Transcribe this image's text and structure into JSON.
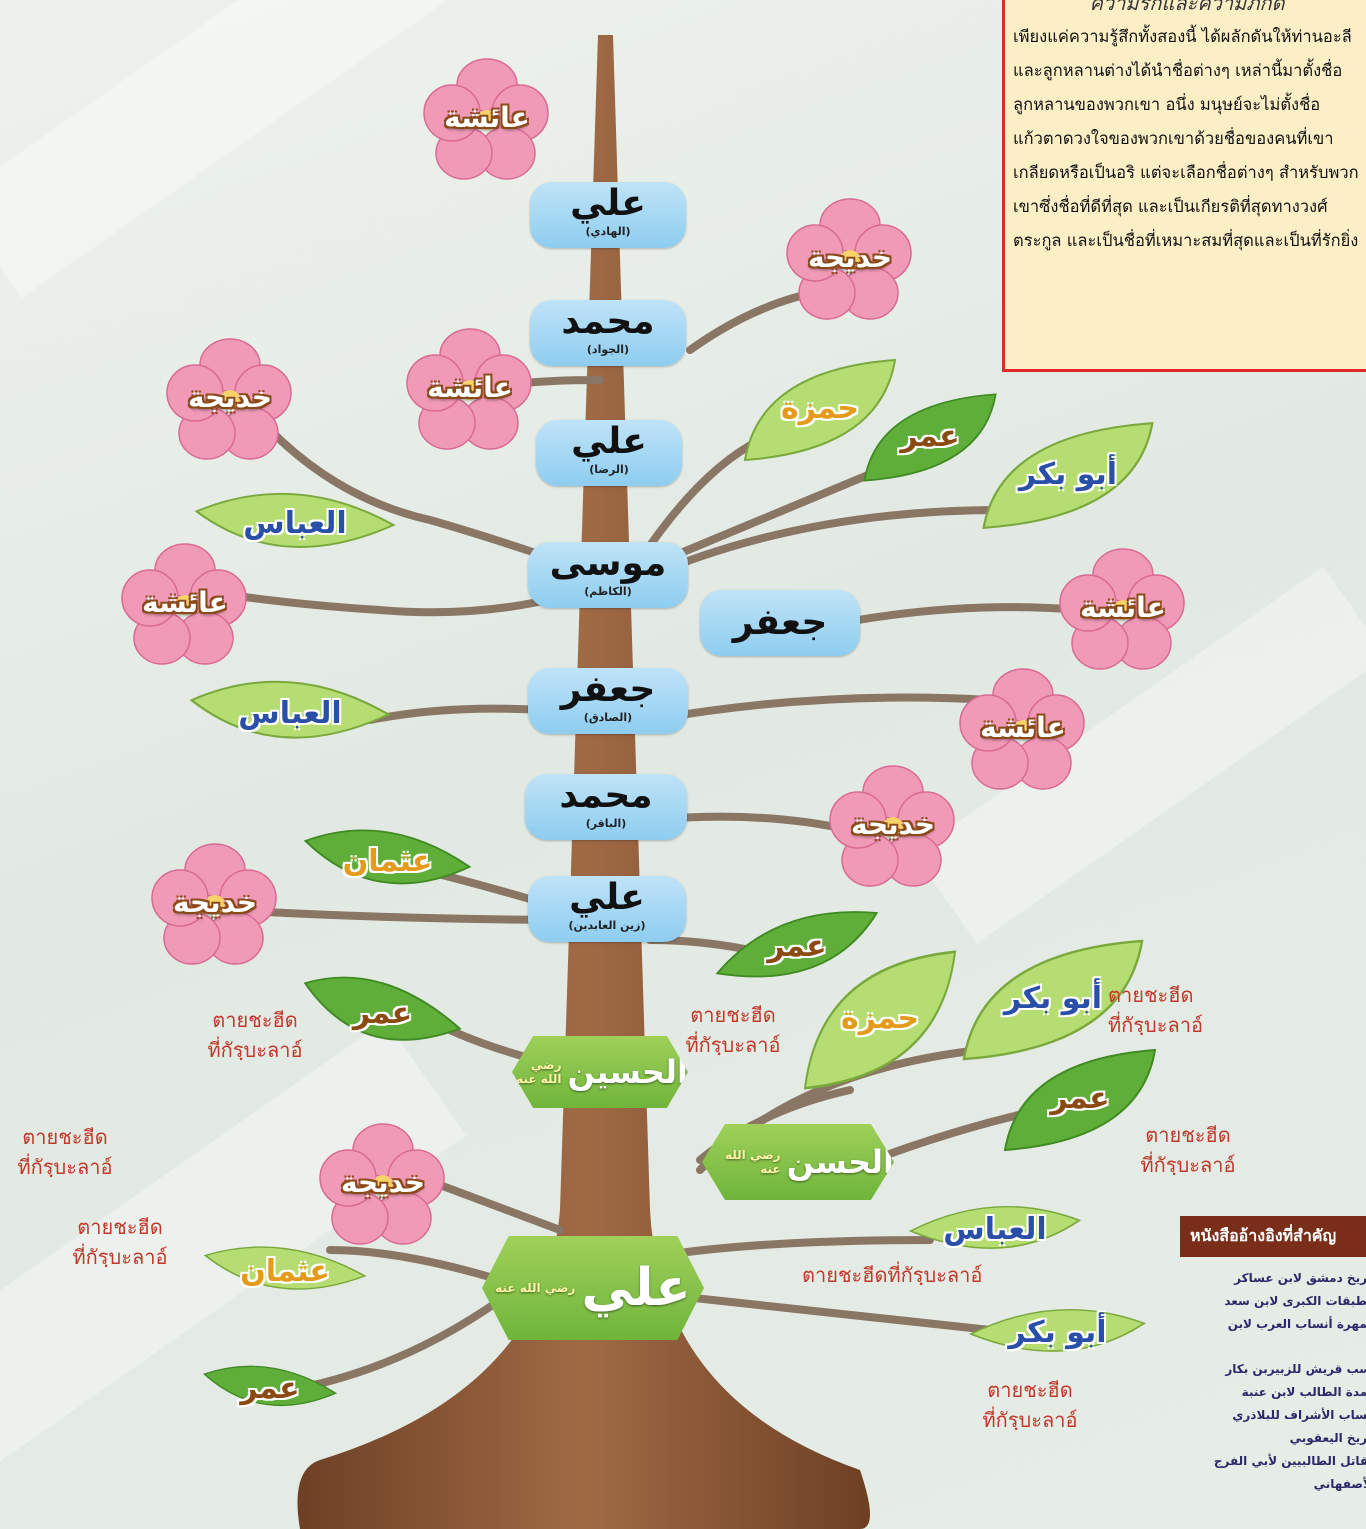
{
  "info": {
    "title": "ความรักและความภักดี",
    "body": "เพียงแค่ความรู้สึกทั้งสองนี้ ได้ผลักดันให้ท่านอะลีและลูกหลานต่างได้นำชื่อต่างๆ เหล่านี้มาตั้งชื่อลูกหลานของพวกเขา อนึ่ง มนุษย์จะไม่ตั้งชื่อแก้วตาดวงใจของพวกเขาด้วยชื่อของคนที่เขาเกลียดหรือเป็นอริ แต่จะเลือกชื่อต่างๆ สำหรับพวกเขาซึ่งชื่อที่ดีที่สุด และเป็นเกียรติที่สุดทางวงศ์ตระกูล และเป็นชื่อที่เหมาะสมที่สุดและเป็นที่รักยิ่ง"
  },
  "trunk_nodes": [
    {
      "name": "علي",
      "title": "(الهادي)"
    },
    {
      "name": "محمد",
      "title": "(الجواد)"
    },
    {
      "name": "علي",
      "title": "(الرضا)"
    },
    {
      "name": "موسى",
      "title": "(الكاظم)"
    },
    {
      "name": "جعفر",
      "title": "(الصادق)"
    },
    {
      "name": "محمد",
      "title": "(الباقر)"
    },
    {
      "name": "علي",
      "title": "(زين العابدين)"
    }
  ],
  "side_node": {
    "name": "جعفر"
  },
  "root_node": {
    "name": "علي",
    "suffix": "رضي الله عنه"
  },
  "husain_node": {
    "name": "الحسين",
    "suffix": "رضي الله عنه"
  },
  "hasan_node": {
    "name": "الحسن",
    "suffix": "رضي الله عنه"
  },
  "flowers": {
    "f1": "عائشة",
    "f2": "خديجة",
    "f3": "خديجة",
    "f4": "عائشة",
    "f5": "عائشة",
    "f6": "عائشة",
    "f7": "عائشة",
    "f8": "خديجة",
    "f9": "خديجة",
    "f10": "خديجة"
  },
  "leaves": {
    "l1": "حمزة",
    "l2": "عمر",
    "l3": "أبو بكر",
    "l4": "العباس",
    "l5": "العباس",
    "l6": "عثمان",
    "l7": "عمر",
    "l8": "عمر",
    "l9": "حمزة",
    "l10": "أبو بكر",
    "l11": "عمر",
    "l12": "العباس",
    "l13": "عثمان",
    "l14": "أبو بكر",
    "l15": "عمر"
  },
  "martyr_labels": {
    "m1": "ตายชะฮีด\nที่กัรฺบะลาอ์",
    "m2": "ตายชะฮีด\nที่กัรฺบะลาอ์",
    "m3": "ตายชะฮีด\nที่กัรฺบะลาอ์",
    "m4": "ตายชะฮีด\nที่กัรฺบะลาอ์",
    "m5": "ตายชะฮีด\nที่กัรฺบะลาอ์",
    "m6": "ตายชะฮีด\nที่กัรฺบะลาอ์",
    "m7": "ตายชะฮีดที่กัรฺบะลาอ์",
    "m8": "ตายชะฮีด\nที่กัรฺบะลาอ์"
  },
  "references": {
    "heading": "หนังสืออ้างอิงที่สำคัญ",
    "items": [
      "تاريخ دمشق لابن عساكر",
      "الطبقات الكبرى لابن سعد",
      "جمهرة أنساب العرب لابن",
      "",
      "نسب قريش للزبيربن بكار",
      "عمدة الطالب لابن عنبة",
      "أنساب الأشراف للبلاذري",
      "تاريخ اليعقوبي",
      "مقاتل الطالبيين لأبي الفرج",
      "الأصفهاني"
    ]
  },
  "colors": {
    "trunk": "#8b5a3c",
    "branch": "#8a7664",
    "pill": "#9fd3f3",
    "leaf": "#a6d56b",
    "flower": "#f19ab8",
    "accent_red": "#e02a2a"
  }
}
